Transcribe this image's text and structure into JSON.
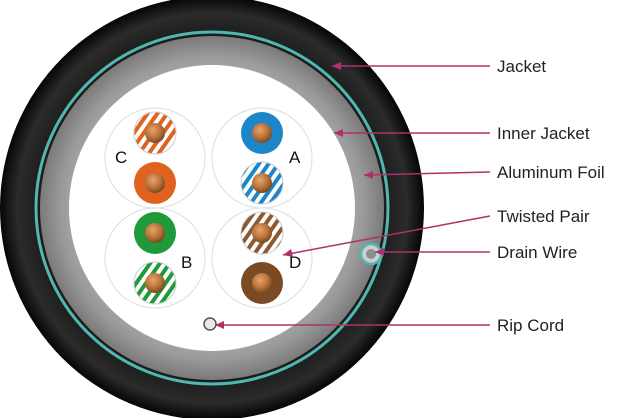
{
  "callouts": {
    "jacket": "Jacket",
    "inner_jacket": "Inner Jacket",
    "aluminum_foil": "Aluminum Foil",
    "twisted_pair": "Twisted Pair",
    "drain_wire": "Drain Wire",
    "rip_cord": "Rip Cord"
  },
  "pairs": {
    "a": "A",
    "b": "B",
    "c": "C",
    "d": "D"
  },
  "colors": {
    "jacket": "#0d0d0d",
    "foil": "#4fb8b0",
    "inner_jacket": "#9a9a9a",
    "core": "#ffffff",
    "leader_line": "#b0306a",
    "copper": "#b8733a",
    "orange": "#e0621f",
    "blue": "#1d86c8",
    "green": "#1e9a3a",
    "brown": "#7a4a24"
  }
}
